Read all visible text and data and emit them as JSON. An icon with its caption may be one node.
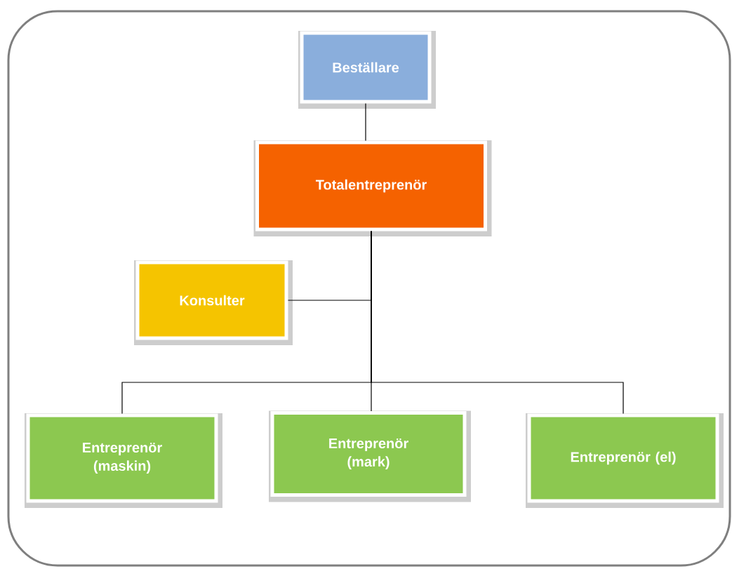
{
  "diagram": {
    "nodes": [
      {
        "text": [
          "Beställare"
        ]
      },
      {
        "text": [
          "Totalentreprenör"
        ]
      },
      {
        "text": [
          "Konsulter"
        ]
      },
      {
        "text": [
          "Entreprenör (maskin)"
        ]
      },
      {
        "text": [
          "Entreprenör (mark)"
        ]
      },
      {
        "text": [
          "Entreprenör (el)"
        ]
      }
    ],
    "edges": [
      {
        "from": 0,
        "to": 1,
        "arrow": "none"
      },
      {
        "from": 1,
        "to": 2,
        "arrow": "none"
      },
      {
        "from": 1,
        "to": 3,
        "arrow": "none"
      },
      {
        "from": 1,
        "to": 4,
        "arrow": "none"
      },
      {
        "from": 1,
        "to": 5,
        "arrow": "none"
      }
    ]
  }
}
